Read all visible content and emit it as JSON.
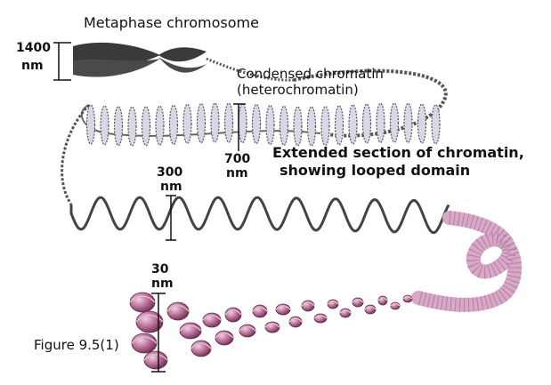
{
  "title": "Metaphase chromosome",
  "figure_label": "Figure 9.5(1)",
  "labels": {
    "condensed_line1": "Condensed chromatin",
    "condensed_line2": "(heterochromatin)",
    "extended_line1": "Extended section of chromatin,",
    "extended_line2": "showing looped domain"
  },
  "scales": {
    "s1400": {
      "value": "1400",
      "unit": "nm"
    },
    "s700": {
      "value": "700",
      "unit": "nm"
    },
    "s300": {
      "value": "300",
      "unit": "nm"
    },
    "s30": {
      "value": "30",
      "unit": "nm"
    }
  },
  "colors": {
    "ink": "#111111",
    "chromosome": "#3a3a3a",
    "coil_fill": "#d9d6e6",
    "nucleosome": "#b0658f",
    "nucleosome_light": "#e6b6cf",
    "thick_fiber": "#d9a8c9"
  }
}
